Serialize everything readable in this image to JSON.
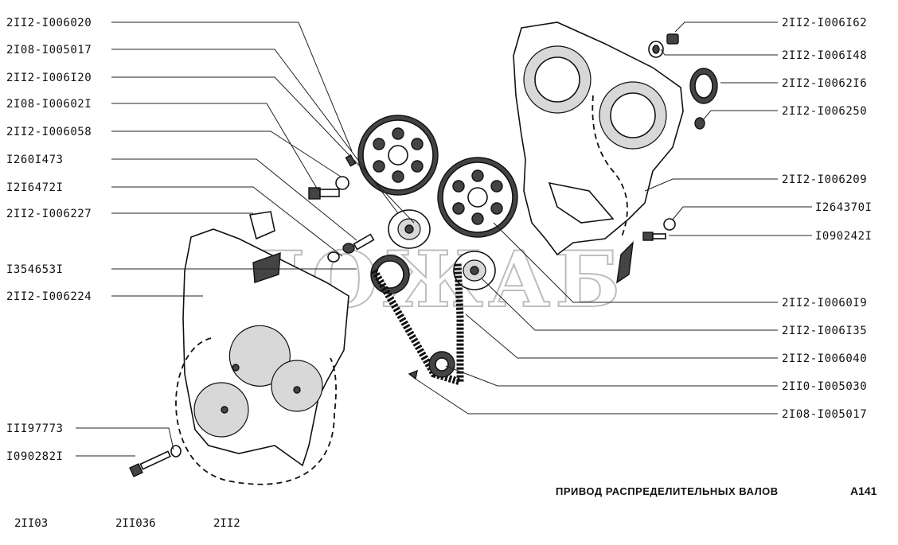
{
  "title": "ПРИВОД РАСПРЕДЕЛИТЕЛЬНЫХ ВАЛОВ",
  "sheet": "A141",
  "watermark": "ДОЖАБ",
  "models": [
    "2II03",
    "2II036",
    "2II2"
  ],
  "left_labels": [
    "2II2-I006020",
    "2I08-I005017",
    "2II2-I006I20",
    "2I08-I00602I",
    "2II2-I006058",
    "I260I473",
    "I2I6472I",
    "2II2-I006227",
    "I354653I",
    "2II2-I006224",
    "III97773",
    "I090282I"
  ],
  "right_labels": [
    "2II2-I006I62",
    "2II2-I006I48",
    "2II2-I0062I6",
    "2II2-I006250",
    "2II2-I006209",
    "I264370I",
    "I090242I",
    "2II2-I0060I9",
    "2II2-I006I35",
    "2II2-I006040",
    "2II0-I005030",
    "2I08-I005017"
  ]
}
